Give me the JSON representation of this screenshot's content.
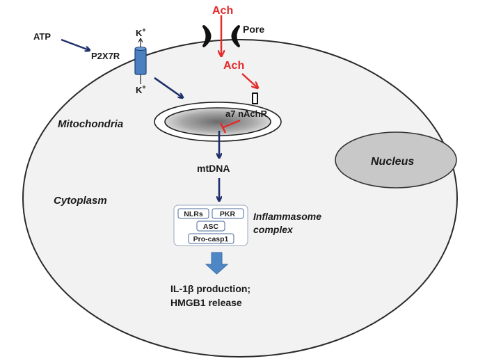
{
  "labels": {
    "atp": "ATP",
    "p2x7r": "P2X7R",
    "k_plus": "K",
    "k_plus_sup": "+",
    "ach_top": "Ach",
    "ach_inner": "Ach",
    "pore": "Pore",
    "mitochondria": "Mitochondria",
    "a7_nachr": "a7 nAchR",
    "mtdna": "mtDNA",
    "cytoplasm": "Cytoplasm",
    "nucleus": "Nucleus",
    "inflammasome_line1": "Inflammasome",
    "inflammasome_line2": "complex",
    "output_line1": "IL-1β production;",
    "output_line2": "HMGB1 release"
  },
  "inflammasome_boxes": {
    "nlrs": "NLRs",
    "pkr": "PKR",
    "asc": "ASC",
    "procasp1": "Pro-casp1"
  },
  "colors": {
    "navy_arrow": "#1f2f6b",
    "red_ach": "#e32b2b",
    "receptor_blue": "#4a7fc0",
    "nucleus_fill": "#c8c8c8",
    "block_arrow": "#4f86c6"
  }
}
